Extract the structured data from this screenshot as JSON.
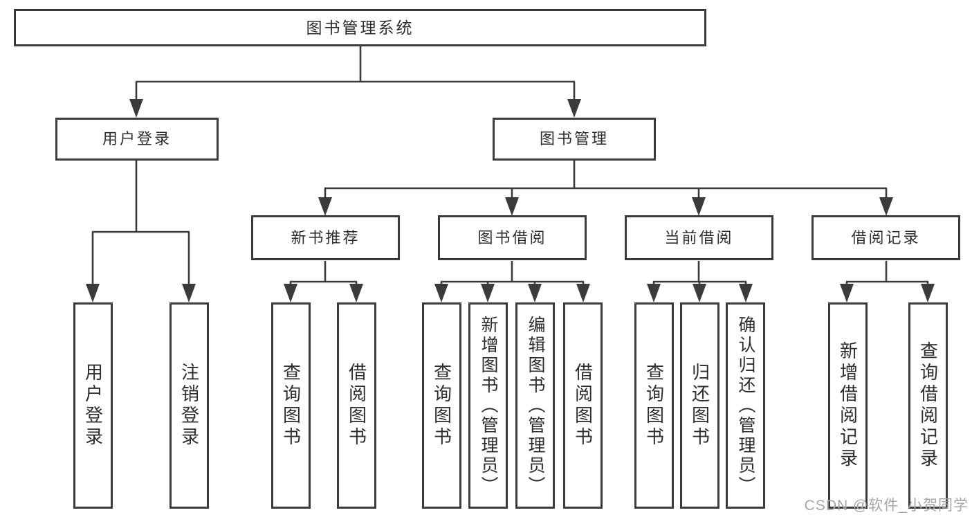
{
  "diagram_type": "hierarchy-tree",
  "tree": {
    "root": {
      "label": "图书管理系统"
    },
    "children": [
      {
        "label": "用户登录",
        "children": [
          {
            "label": "用户登录"
          },
          {
            "label": "注销登录"
          }
        ]
      },
      {
        "label": "图书管理",
        "children": [
          {
            "label": "新书推荐",
            "children": [
              {
                "label": "查询图书"
              },
              {
                "label": "借阅图书"
              }
            ]
          },
          {
            "label": "图书借阅",
            "children": [
              {
                "label": "查询图书"
              },
              {
                "label": "新增图书（管理员）"
              },
              {
                "label": "编辑图书（管理员）"
              },
              {
                "label": "借阅图书"
              }
            ]
          },
          {
            "label": "当前借阅",
            "children": [
              {
                "label": "查询图书"
              },
              {
                "label": "归还图书"
              },
              {
                "label": "确认归还（管理员）"
              }
            ]
          },
          {
            "label": "借阅记录",
            "children": [
              {
                "label": "新增借阅记录"
              },
              {
                "label": "查询借阅记录"
              }
            ]
          }
        ]
      }
    ]
  },
  "watermark": {
    "text": "CSDN @软件_小贺同学"
  },
  "colors": {
    "line": "#3b3b3b",
    "text": "#2d2d2d",
    "watermark": "#a6a6a6",
    "background": "#ffffff"
  }
}
